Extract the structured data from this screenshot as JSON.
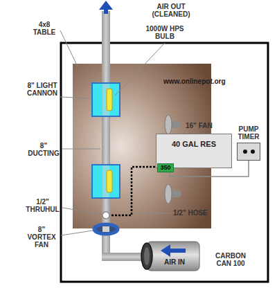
{
  "diagram": {
    "nodes": [
      {
        "text": [
          "40 GAL RES"
        ]
      },
      {
        "text": [
          "350"
        ],
        "in": 0
      },
      {
        "text": [
          "PUMP TIMER"
        ]
      },
      {
        "text": [
          "AIR IN"
        ]
      }
    ],
    "edges": [
      {
        "from": 1,
        "to": 2,
        "arrow": "none"
      }
    ],
    "labels": [
      "AIR OUT (CLEANED)",
      "4x8 TABLE",
      "1000W HPS BULB",
      "8\" LIGHT CANNON",
      "www.onlinepot.org",
      "16\" FAN",
      "8\" DUCTING",
      "1/2\" HOSE",
      "1/2\" THRUHUL",
      "8\" VORTEX FAN",
      "CARBON CAN 100"
    ]
  }
}
